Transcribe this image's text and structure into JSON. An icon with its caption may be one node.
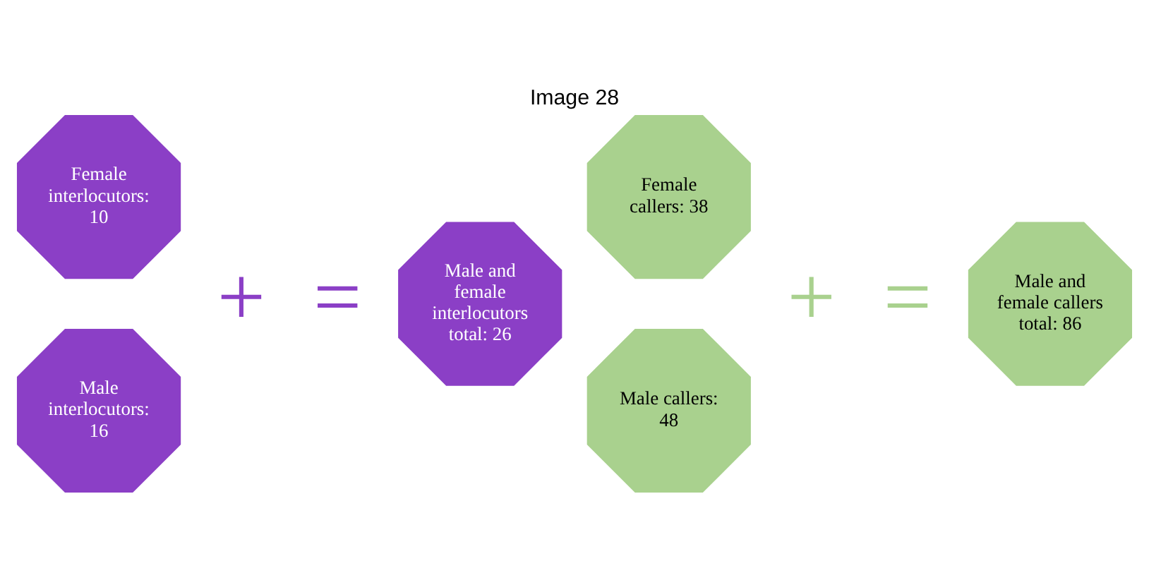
{
  "diagram": {
    "title": "Image 28",
    "nodes": [
      {
        "text": [
          "Female interlocutors: 10"
        ]
      },
      {
        "text": [
          "Male interlocutors: 16"
        ]
      },
      {
        "text": [
          "Male and female interlocutors total: 26"
        ]
      },
      {
        "text": [
          "Female callers: 38"
        ]
      },
      {
        "text": [
          "Male callers: 48"
        ]
      },
      {
        "text": [
          "Male and female callers total: 86"
        ]
      }
    ],
    "edges": [],
    "labels": [
      "+",
      "=",
      "+",
      "="
    ]
  }
}
